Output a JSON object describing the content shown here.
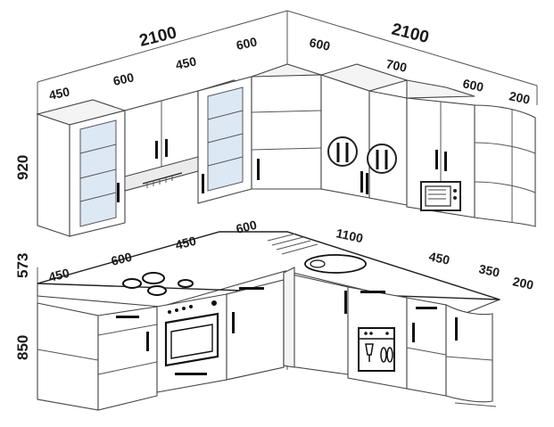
{
  "dimensions": {
    "top_left_total": "2100",
    "top_right_total": "2100",
    "upper_left": [
      "450",
      "600",
      "450",
      "600"
    ],
    "upper_right": [
      "600",
      "700",
      "600",
      "200"
    ],
    "counter_left": [
      "450",
      "600",
      "450",
      "600"
    ],
    "counter_right": [
      "1100",
      "450",
      "350",
      "200"
    ],
    "height_upper": "920",
    "height_gap": "573",
    "height_lower": "850"
  },
  "colors": {
    "line": "#444444",
    "glass": "#dde8f5",
    "handle": "#111111",
    "text": "#1a1a1a"
  }
}
